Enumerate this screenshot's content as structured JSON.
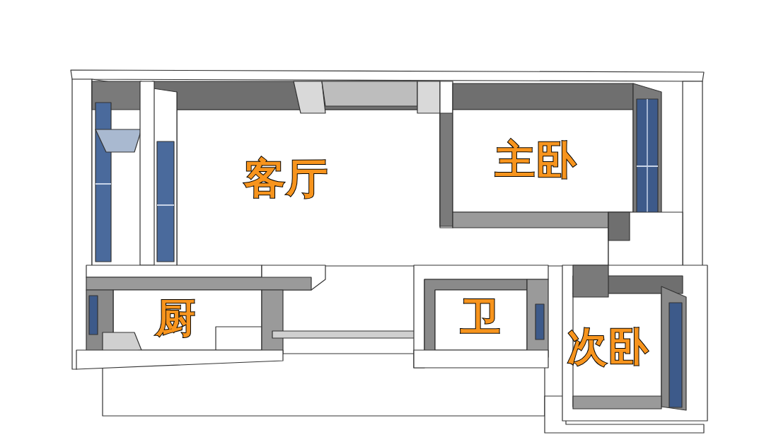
{
  "diagram": {
    "labels": [
      "客厅",
      "主卧",
      "厨",
      "卫",
      "次卧"
    ]
  }
}
